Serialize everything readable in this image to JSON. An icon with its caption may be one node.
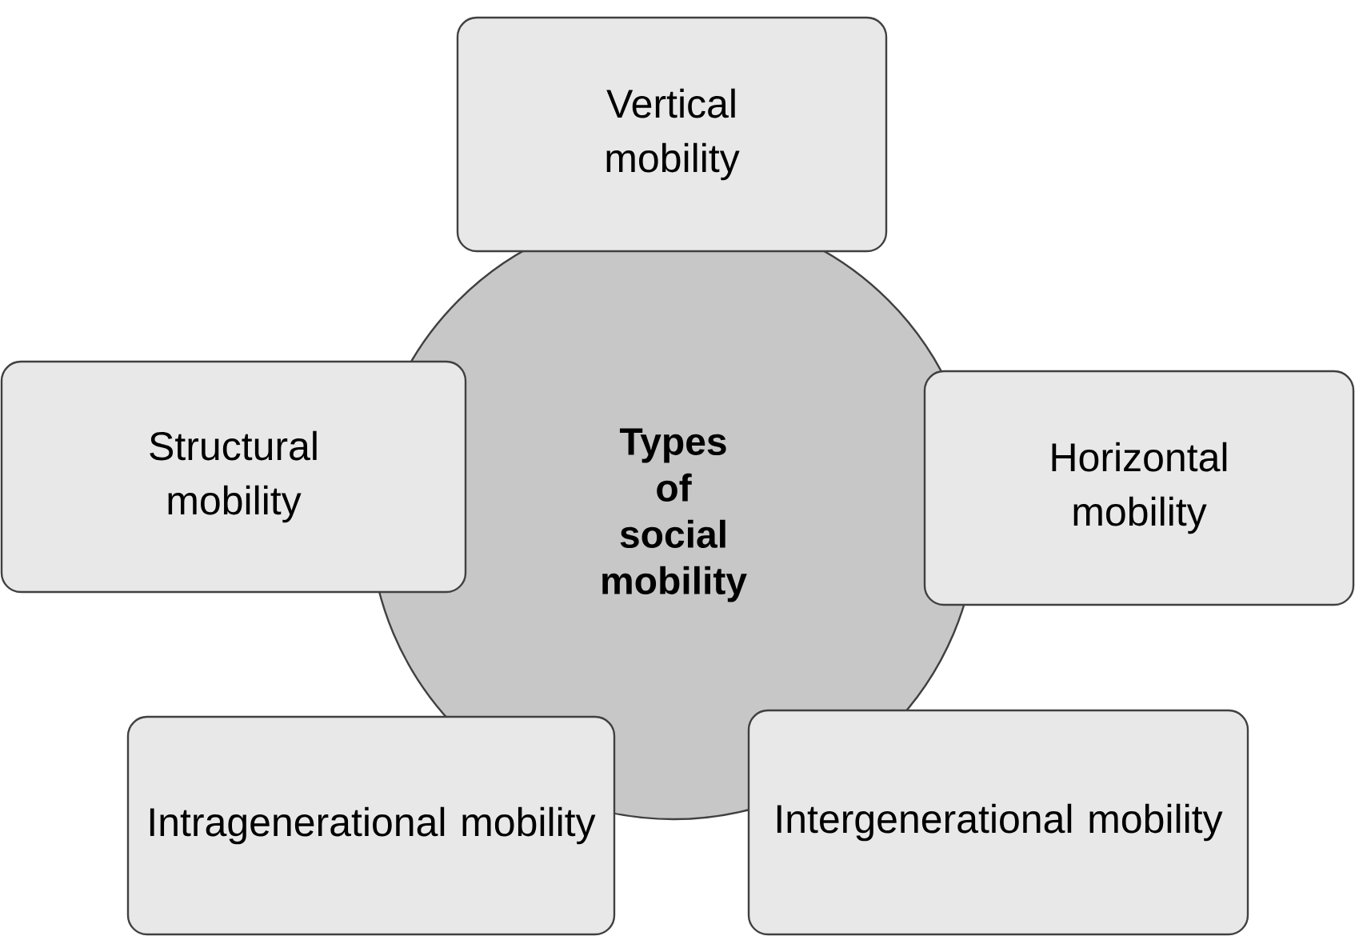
{
  "diagram": {
    "nodes": [
      {
        "text": [
          "Types of social mobility"
        ]
      },
      {
        "text": [
          "Vertical mobility"
        ]
      },
      {
        "text": [
          "Structural mobility"
        ]
      },
      {
        "text": [
          "Horizontal mobility"
        ]
      },
      {
        "text": [
          "Intragenerational mobility"
        ]
      },
      {
        "text": [
          "Intergenerational mobility"
        ]
      }
    ]
  }
}
